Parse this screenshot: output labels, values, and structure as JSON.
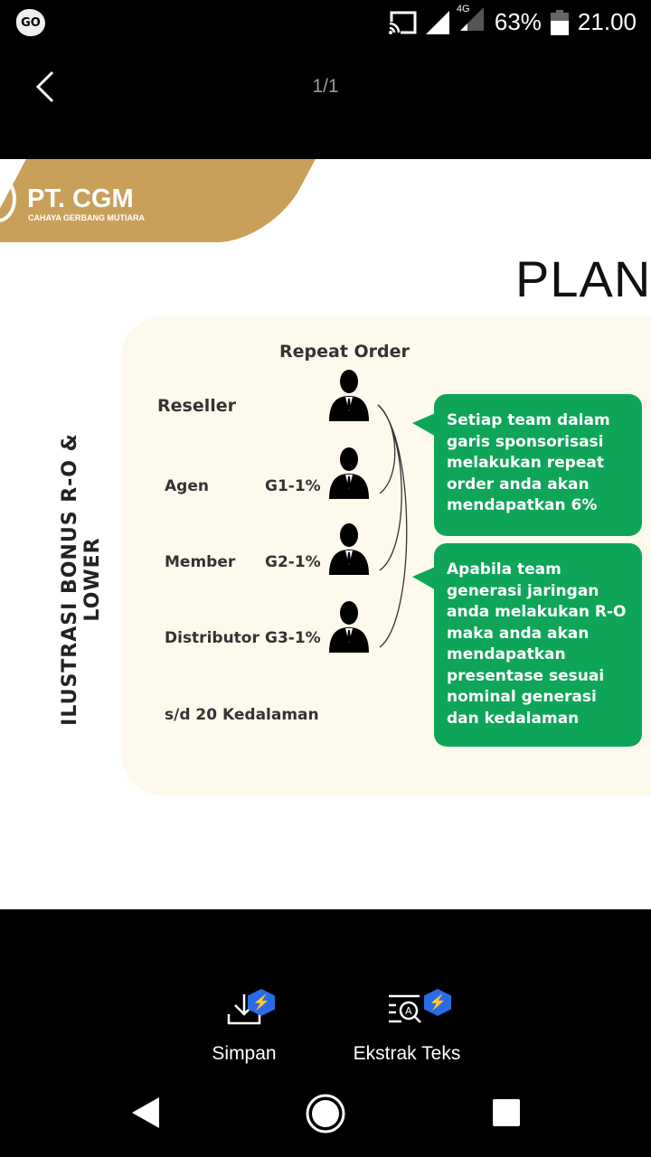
{
  "status_bar": {
    "app_badge": "GO",
    "network": "4G",
    "battery": "63%",
    "time": "21.00"
  },
  "viewer": {
    "page_indicator": "1/1"
  },
  "document": {
    "logo_title": "PT. CGM",
    "logo_subtitle": "CAHAYA GERBANG MUTIARA",
    "heading": "PLAN",
    "side_title": "ILUSTRASI BONUS R-O & LOWER",
    "diagram_title": "Repeat Order",
    "levels": [
      {
        "role": "Reseller",
        "gen": ""
      },
      {
        "role": "Agen",
        "gen": "G1-1%"
      },
      {
        "role": "Member",
        "gen": "G2-1%"
      },
      {
        "role": "Distributor",
        "gen": "G3-1%"
      }
    ],
    "depth_note": "s/d 20 Kedalaman",
    "bubble1": "Setiap team dalam garis sponsorisasi melakukan repeat order anda akan mendapatkan 6%",
    "bubble2": "Apabila team generasi jaringan anda melakukan R-O maka anda akan mendapatkan presentase sesuai nominal generasi dan kedalaman",
    "colors": {
      "gold": "#c9a05a",
      "green": "#0fa558",
      "panel": "#fdf9ec"
    }
  },
  "actions": {
    "save": "Simpan",
    "extract": "Ekstrak Teks"
  }
}
